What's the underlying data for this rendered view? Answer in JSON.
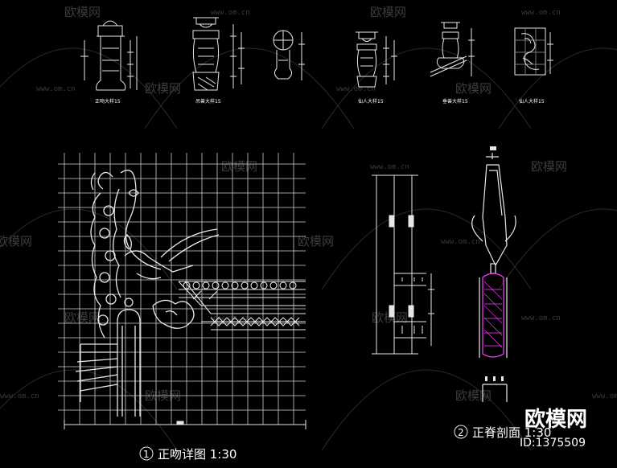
{
  "watermarks": {
    "brand": "欧模网",
    "url": "www.om.cn"
  },
  "thumb_labels": [
    "正吻大样15",
    "吊兽大样15",
    "",
    "仙人大样15",
    "垂兽大样15",
    "仙人大样15"
  ],
  "captions": {
    "main_number": "1",
    "main_title": "正吻详图  1:30",
    "section_number": "2",
    "section_title": "正脊剖面  1:30"
  },
  "stamp": {
    "brand": "欧模网",
    "id": "ID:1375509"
  },
  "colors": {
    "background": "#000000",
    "line": "#e8e8e8",
    "highlight": "#ff3cff",
    "watermark": "#3c3c3c"
  }
}
